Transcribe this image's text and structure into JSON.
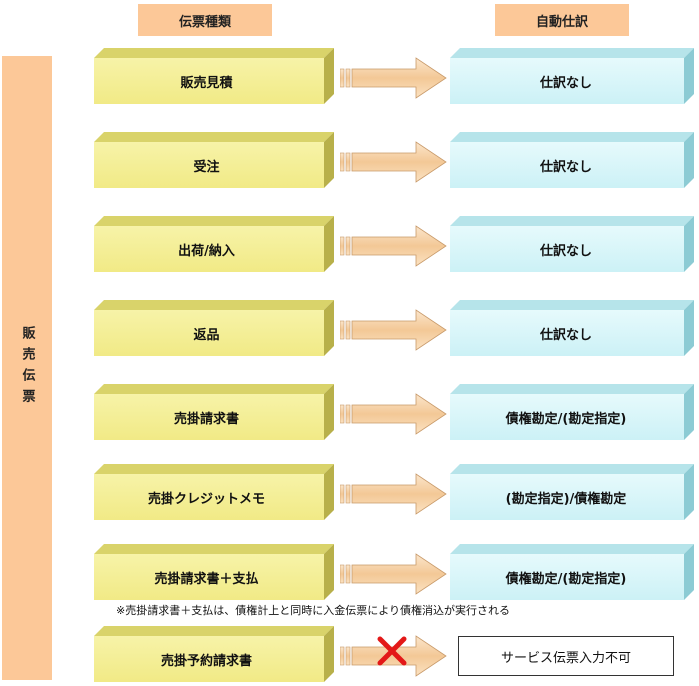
{
  "headers": {
    "slip_type": "伝票種類",
    "auto_journal": "自動仕訳"
  },
  "side_label": "販売伝票",
  "rows": [
    {
      "slip": "販売見積",
      "journal": "仕訳なし"
    },
    {
      "slip": "受注",
      "journal": "仕訳なし"
    },
    {
      "slip": "出荷/納入",
      "journal": "仕訳なし"
    },
    {
      "slip": "返品",
      "journal": "仕訳なし"
    },
    {
      "slip": "売掛請求書",
      "journal": "債権勘定/(勘定指定)"
    },
    {
      "slip": "売掛クレジットメモ",
      "journal": "(勘定指定)/債権勘定"
    },
    {
      "slip": "売掛請求書＋支払",
      "journal": "債権勘定/(勘定指定)"
    }
  ],
  "note": "※売掛請求書＋支払は、債権計上と同時に入金伝票により債権消込が実行される",
  "last_row": {
    "slip": "売掛予約請求書",
    "result": "サービス伝票入力不可"
  },
  "colors": {
    "header_bg": "#fcc898",
    "yellow_front": "#f5f09a",
    "cyan_front": "#d8f6fa",
    "arrow_fill": "#f6d2a8",
    "cross": "#e31818"
  }
}
